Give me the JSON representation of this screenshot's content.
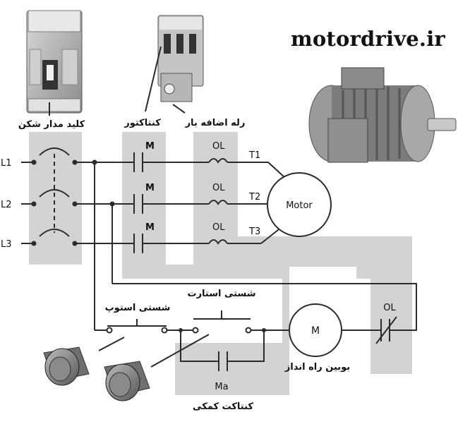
{
  "brand": "motordrive.ir",
  "components": {
    "breaker": "کلید مدار شکن",
    "contactor": "کنتاکتور",
    "overload": "رله اضافه بار"
  },
  "lines": [
    "L1",
    "L2",
    "L3"
  ],
  "contacts": [
    "M",
    "M",
    "M"
  ],
  "overloads": [
    "OL",
    "OL",
    "OL"
  ],
  "terminals": [
    "T1",
    "T2",
    "T3"
  ],
  "motor_label": "Motor",
  "control": {
    "stop": "شستی استوپ",
    "start": "شستی استارت",
    "coil_letter": "M",
    "coil": "بوبین راه انداز",
    "aux_letter": "Ma",
    "aux": "کنتاکت کمکی",
    "ol_contact": "OL"
  },
  "colors": {
    "panel": "#d3d3d3",
    "wire": "#2b2b2b"
  }
}
